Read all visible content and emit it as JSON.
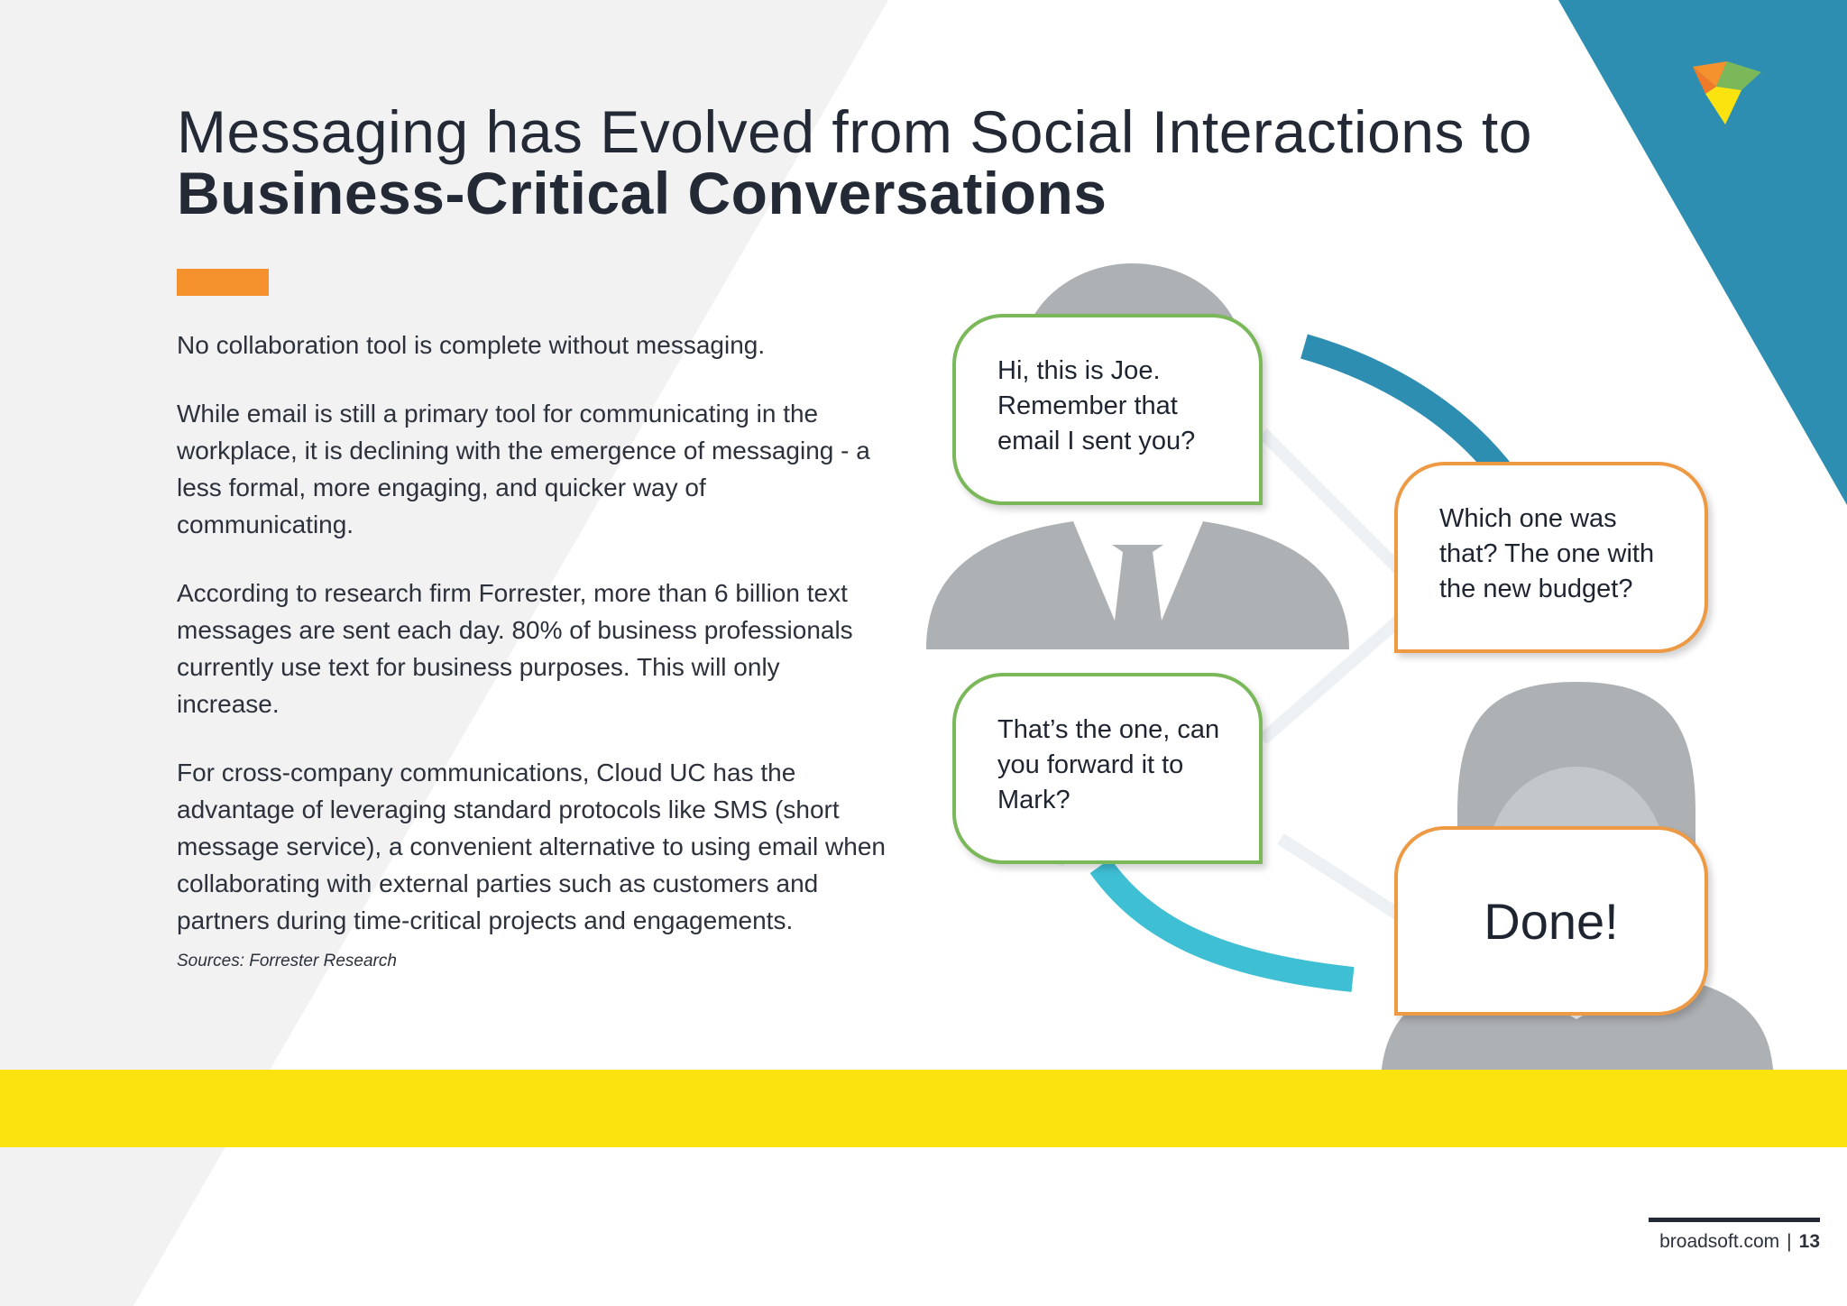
{
  "colors": {
    "accent_orange": "#f6922e",
    "teal_corner": "#2e8eb2",
    "yellow_band": "#fae30f",
    "person_gray": "#aeb1b4",
    "bubble_green": "#7ab85a",
    "bubble_orange": "#ee9a45",
    "arrow_teal_dark": "#2e8eb2",
    "arrow_teal_light": "#3fbfd3"
  },
  "header": {
    "title_line1": "Messaging has Evolved from Social Interactions to",
    "title_line2": "Business-Critical Conversations"
  },
  "body": {
    "p1": "No collaboration tool is complete without messaging.",
    "p2": "While email is still a primary tool for communicating in the workplace, it is declining with the emergence of messaging - a less formal, more engaging, and quicker way of communicating.",
    "p3": "According to research firm Forrester, more than 6 billion text messages are sent each day. 80% of business professionals currently use text for business purposes. This will only increase.",
    "p4": "For cross-company communications, Cloud UC has the advantage of leveraging standard protocols like SMS (short message service), a convenient alternative to using email when collaborating with external parties such as customers and partners during time-critical projects and engagements.",
    "sources": "Sources: Forrester Research"
  },
  "illustration": {
    "bubble_1": "Hi, this is Joe. Remember that email I sent you?",
    "bubble_2": "Which one was that? The one with the new budget?",
    "bubble_3": "That’s the one, can you forward it to Mark?",
    "bubble_4": "Done!",
    "icons": [
      "male-person-icon",
      "female-person-icon",
      "cycle-arrow-icon"
    ]
  },
  "footer": {
    "site": "broadsoft.com",
    "separator": "|",
    "page_number": "13"
  },
  "logo": {
    "icon": "broadsoft-logo-icon"
  }
}
